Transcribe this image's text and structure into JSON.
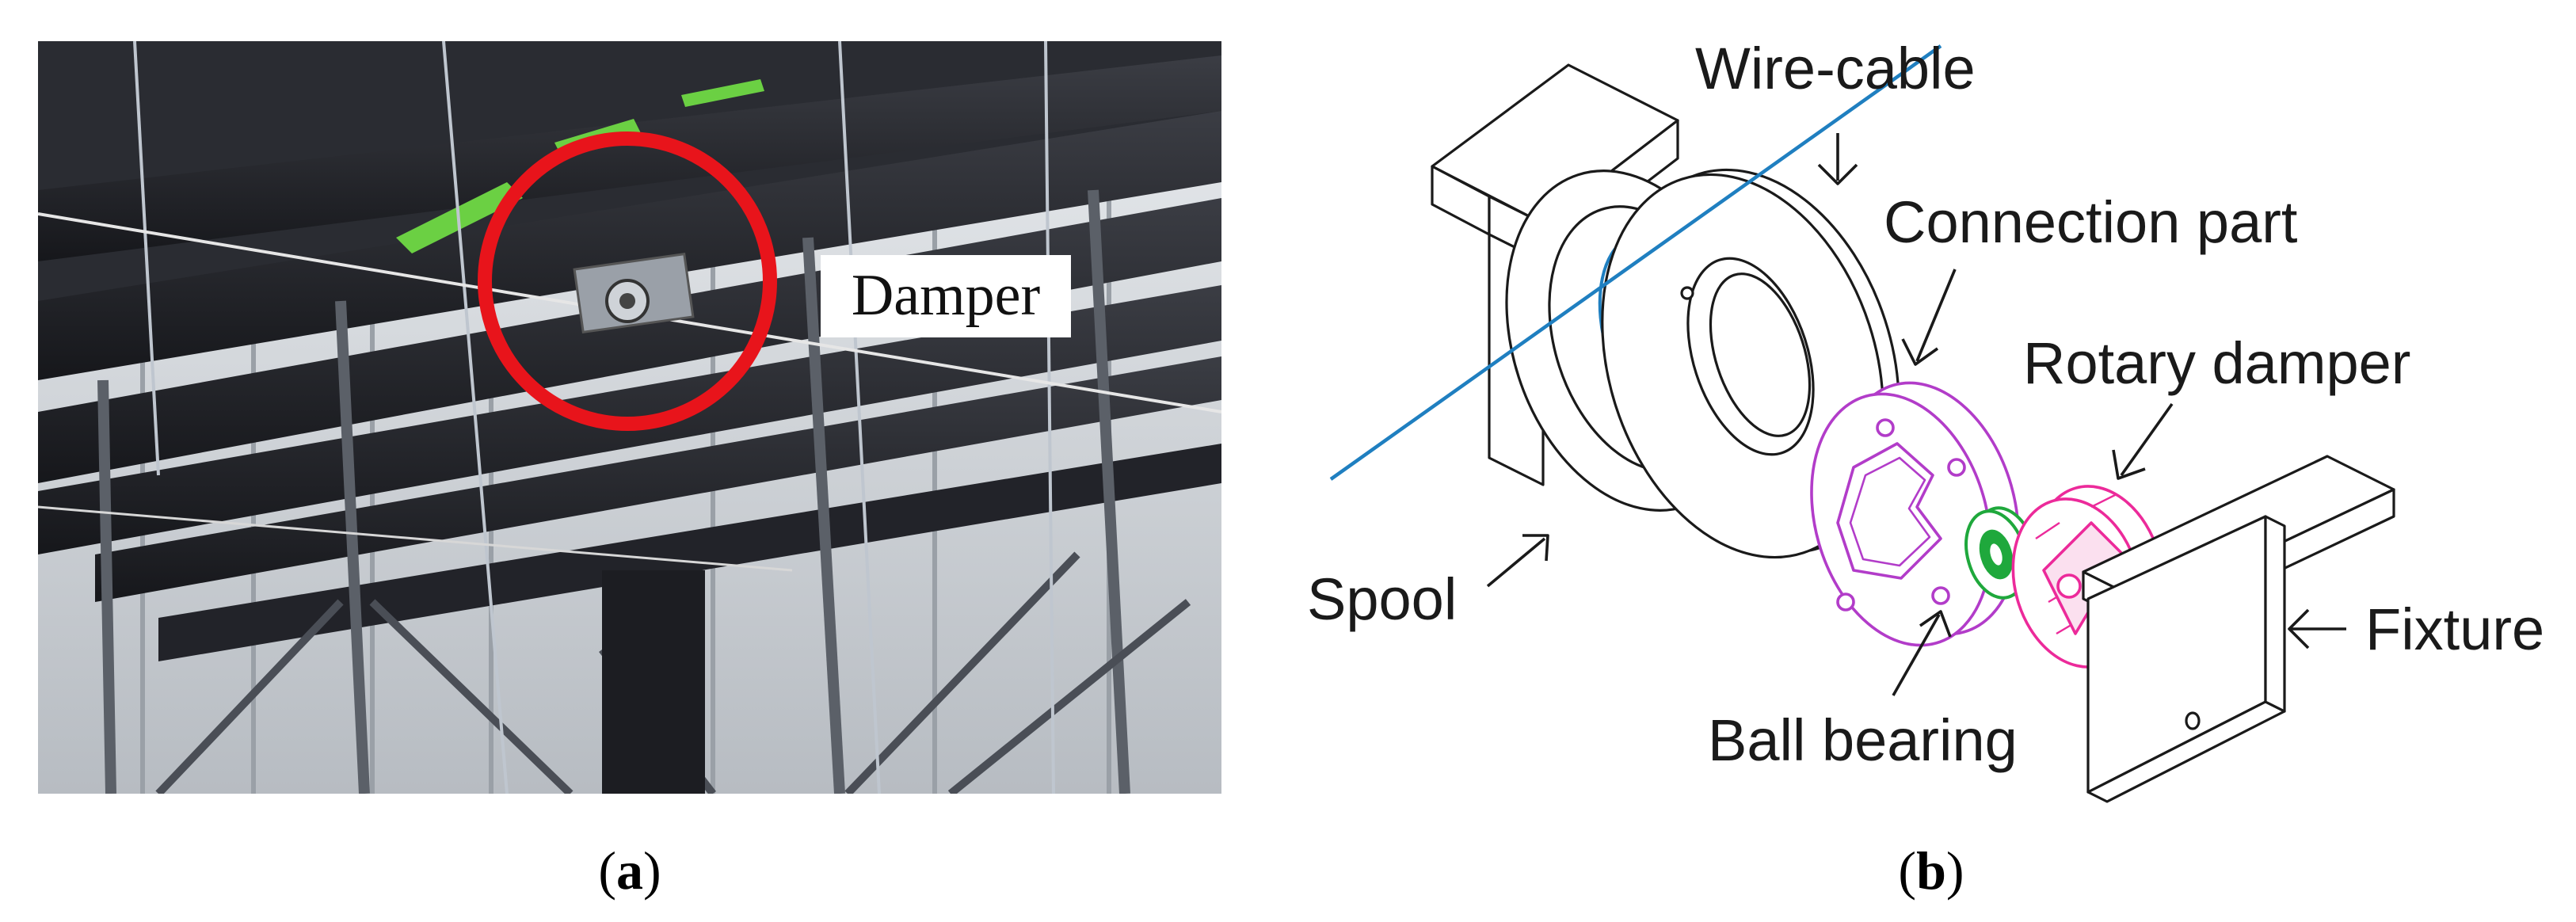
{
  "panel_a": {
    "caption_open": "(",
    "caption_letter": "a",
    "caption_close": ")",
    "photo_label": "Damper",
    "highlight_color": "#e8141b"
  },
  "panel_b": {
    "caption_open": "(",
    "caption_letter": "b",
    "caption_close": ")",
    "labels": {
      "wire_cable": "Wire-cable",
      "connection_part": "Connection part",
      "rotary_damper": "Rotary damper",
      "spool": "Spool",
      "fixture": "Fixture",
      "ball_bearing": "Ball bearing"
    },
    "colors": {
      "wire": "#1f7fc0",
      "connection_part": "#b23cc9",
      "ball_bearing": "#1fa83c",
      "rotary_damper": "#ec2a9a",
      "outline": "#1a1a1a"
    }
  }
}
